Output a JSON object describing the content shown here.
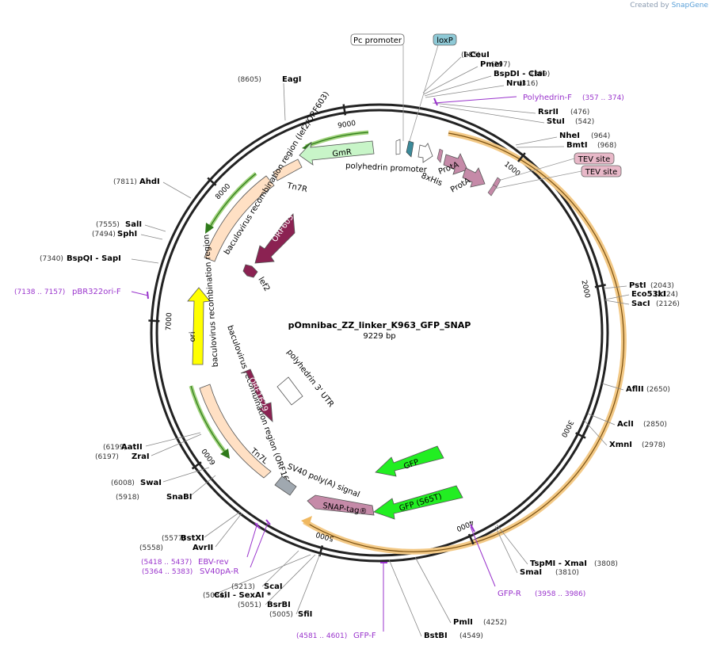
{
  "credit": {
    "prefix": "Created by",
    "brand": "SnapGene"
  },
  "plasmid": {
    "name": "pOmnibac_ZZ_linker_K963_GFP_SNAP",
    "size_label": "9229 bp",
    "length": 9229
  },
  "ticks": [
    {
      "label": "1000",
      "pos": 1000
    },
    {
      "label": "2000",
      "pos": 2000
    },
    {
      "label": "3000",
      "pos": 3000
    },
    {
      "label": "4000",
      "pos": 4000
    },
    {
      "label": "5000",
      "pos": 5000
    },
    {
      "label": "6000",
      "pos": 6000
    },
    {
      "label": "7000",
      "pos": 7000
    },
    {
      "label": "8000",
      "pos": 8000
    },
    {
      "label": "9000",
      "pos": 9000
    }
  ],
  "sites": [
    {
      "enzyme": "EagI",
      "coord": "(8605)"
    },
    {
      "enzyme": "I-CeuI",
      "coord": "(285)"
    },
    {
      "enzyme": "PmeI",
      "coord": "(297)"
    },
    {
      "enzyme": "BspDI",
      "sep": " - ",
      "enzyme2": "ClaI",
      "coord": "(309)"
    },
    {
      "enzyme": "NruI",
      "coord": "(316)"
    },
    {
      "enzyme": "RsrII",
      "coord": "(476)"
    },
    {
      "enzyme": "StuI",
      "coord": "(542)"
    },
    {
      "enzyme": "NheI",
      "coord": "(964)"
    },
    {
      "enzyme": "BmtI",
      "coord": "(968)"
    },
    {
      "enzyme": "PstI",
      "coord": "(2043)"
    },
    {
      "enzyme": "Eco53kI",
      "coord": "(2124)"
    },
    {
      "enzyme": "SacI",
      "coord": "(2126)"
    },
    {
      "enzyme": "AflII",
      "coord": "(2650)"
    },
    {
      "enzyme": "AclI",
      "coord": "(2850)"
    },
    {
      "enzyme": "XmnI",
      "coord": "(2978)"
    },
    {
      "enzyme": "TspMI",
      "sep": " - ",
      "enzyme2": "XmaI",
      "coord": "(3808)"
    },
    {
      "enzyme": "SmaI",
      "coord": "(3810)"
    },
    {
      "enzyme": "PmlI",
      "coord": "(4252)"
    },
    {
      "enzyme": "BstBI",
      "coord": "(4549)"
    },
    {
      "enzyme": "SfiI",
      "coord": "(5005)"
    },
    {
      "enzyme": "BsrBI",
      "coord": "(5051)"
    },
    {
      "enzyme": "CsiI",
      "sep": " - ",
      "enzyme2": "SexAI *",
      "coord": "(5084)"
    },
    {
      "enzyme": "ScaI",
      "coord": "(5213)"
    },
    {
      "enzyme": "AvrII",
      "coord": "(5558)"
    },
    {
      "enzyme": "BstXI",
      "coord": "(5577)"
    },
    {
      "enzyme": "SnaBI",
      "coord": "(5918)"
    },
    {
      "enzyme": "SwaI",
      "coord": "(6008)"
    },
    {
      "enzyme": "ZraI",
      "coord": "(6197)"
    },
    {
      "enzyme": "AatII",
      "coord": "(6199)"
    },
    {
      "enzyme": "BspQI",
      "sep": " - ",
      "enzyme2": "SapI",
      "coord": "(7340)"
    },
    {
      "enzyme": "SphI",
      "coord": "(7494)"
    },
    {
      "enzyme": "SalI",
      "coord": "(7555)"
    },
    {
      "enzyme": "AhdI",
      "coord": "(7811)"
    }
  ],
  "primers": [
    {
      "name": "Polyhedrin-F",
      "range": "(357 .. 374)"
    },
    {
      "name": "GFP-R",
      "range": "(3958 .. 3986)"
    },
    {
      "name": "GFP-F",
      "range": "(4581 .. 4601)"
    },
    {
      "name": "EBV-rev",
      "range": "(5418 .. 5437)"
    },
    {
      "name": "SV40pA-R",
      "range": "(5364 .. 5383)"
    },
    {
      "name": "pBR322ori-F",
      "range": "(7138 .. 7157)"
    }
  ],
  "boxed_labels": [
    {
      "text": "Pc promoter",
      "fill": "#ffffff"
    },
    {
      "text": "loxP",
      "fill": "#8ec9d6"
    },
    {
      "text": "TEV site",
      "fill": "#e8b8c8"
    },
    {
      "text": "TEV site",
      "fill": "#e8b8c8"
    }
  ],
  "features": [
    {
      "label": "GmR",
      "color": "#c8f5c8"
    },
    {
      "label": "Tn7R",
      "color": "#ffe0c4"
    },
    {
      "label": "polyhedrin promoter",
      "color": "#ffffff"
    },
    {
      "label": "8xHis",
      "color": "#c58aa8"
    },
    {
      "label": "ProtA",
      "color": "#c58aa8"
    },
    {
      "label": "ProtA",
      "color": "#c58aa8"
    },
    {
      "label": "baculovirus recombination region (lef2/ORF603)",
      "color": "#ffe0c4"
    },
    {
      "label": "ORF603",
      "color": "#8b2252"
    },
    {
      "label": "lef2",
      "color": "#8b2252"
    },
    {
      "label": "ori",
      "color": "#ffff00"
    },
    {
      "label": "baculovirus recombination region (ORF1629)",
      "color": "#ffe0c4"
    },
    {
      "label": "ORF1629",
      "color": "#8b2252"
    },
    {
      "label": "polyhedrin 3' UTR",
      "color": "#ffffff"
    },
    {
      "label": "Tn7L",
      "color": "#ffe0c4"
    },
    {
      "label": "SV40 poly(A) signal",
      "color": "#a0a8b0"
    },
    {
      "label": "GFP",
      "color": "#22ee22"
    },
    {
      "label": "GFP (S65T)",
      "color": "#22ee22"
    },
    {
      "label": "SNAP-tag®",
      "color": "#c58aa8"
    }
  ],
  "colors": {
    "backbone": "#222222",
    "site_text": "#000000",
    "coord_text": "#333333",
    "primer": "#9933cc",
    "orf_outline": "#f0c080",
    "orf_line": "#7a5010",
    "green_orf": "#33aa22"
  }
}
